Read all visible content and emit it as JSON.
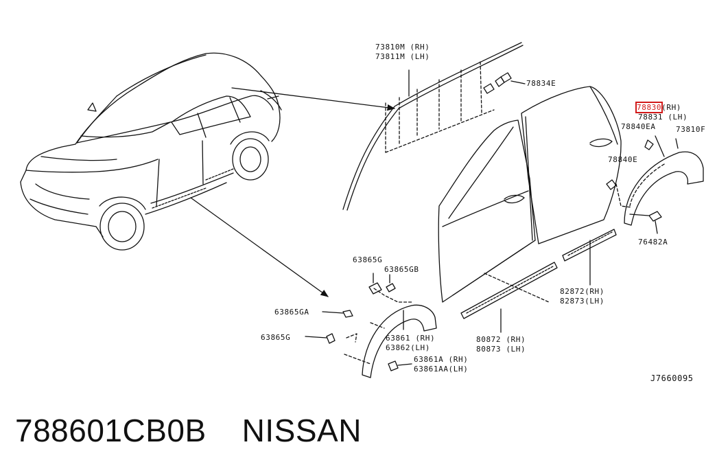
{
  "part_labels": {
    "p73810m": "73810M (RH)",
    "p73811m": "73811M (LH)",
    "p78834e": "78834E",
    "p78830": "78830",
    "p78830_side": "(RH)",
    "p78831": "78831 (LH)",
    "p78840ea": "78840EA",
    "p73810f": "73810F",
    "p78840e": "78840E",
    "p76482a": "76482A",
    "p63865g_top": "63865G",
    "p63865gb": "63865GB",
    "p63865ga": "63865GA",
    "p63865g_left": "63865G",
    "p63861": "63861 (RH)",
    "p63862": "63862(LH)",
    "p63861a": "63861A  (RH)",
    "p63861aa": "63861AA(LH)",
    "p80872": "80872 (RH)",
    "p80873": "80873 (LH)",
    "p82872": "82872(RH)",
    "p82873": "82873(LH)"
  },
  "reference_code": "J7660095",
  "caption": {
    "part_number": "788601CB0B",
    "brand": "NISSAN"
  },
  "colors": {
    "line": "#111111",
    "highlight": "#d21919",
    "background": "#ffffff"
  }
}
